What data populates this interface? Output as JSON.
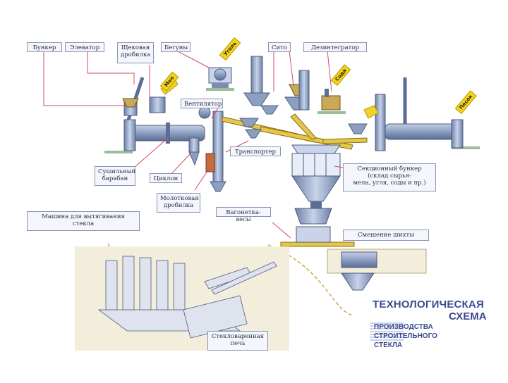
{
  "labels": {
    "bunker": "Бункер",
    "elevator": "Элеватор",
    "jaw_crusher": "Щековая\nдробилка",
    "runners": "Бегуны",
    "sieve": "Сито",
    "disintegrator": "Дезинтегратор",
    "fan": "Вентилятор",
    "drying_drum": "Сушильный\nбарабан",
    "cyclone": "Циклон",
    "hammer_crusher": "Молотковая\nдробилка",
    "transporter": "Транспортер",
    "section_bunker": "Секционный бункер\n(склад сырья-\nмела, угля, соды и пр.)",
    "wagon_scales": "Вагонетка-весы",
    "batch_mixing": "Смешение шихты",
    "drawing_machine": "Машина для вытягивания\nстекла",
    "glass_furnace": "Стекловаренная\nпечь"
  },
  "tags": {
    "tag1": "Мел",
    "tag2": "Уголь",
    "tag3": "Сода",
    "tag4": "Песок"
  },
  "title": {
    "line1": "ТЕХНОЛОГИЧЕСКАЯ",
    "line2": "СХЕМА",
    "sub1": "ПРОИЗВОДСТВА",
    "sub2": "СТРОИТЕЛЬНОГО",
    "sub3": "СТЕКЛА"
  },
  "colors": {
    "steel": "#8d9fc0",
    "steel_dark": "#5b6d92",
    "conveyor": "#e4c64a",
    "accent": "#3b4a8f",
    "callout": "#d14a6c",
    "sand_bg": "#f3eddc"
  }
}
